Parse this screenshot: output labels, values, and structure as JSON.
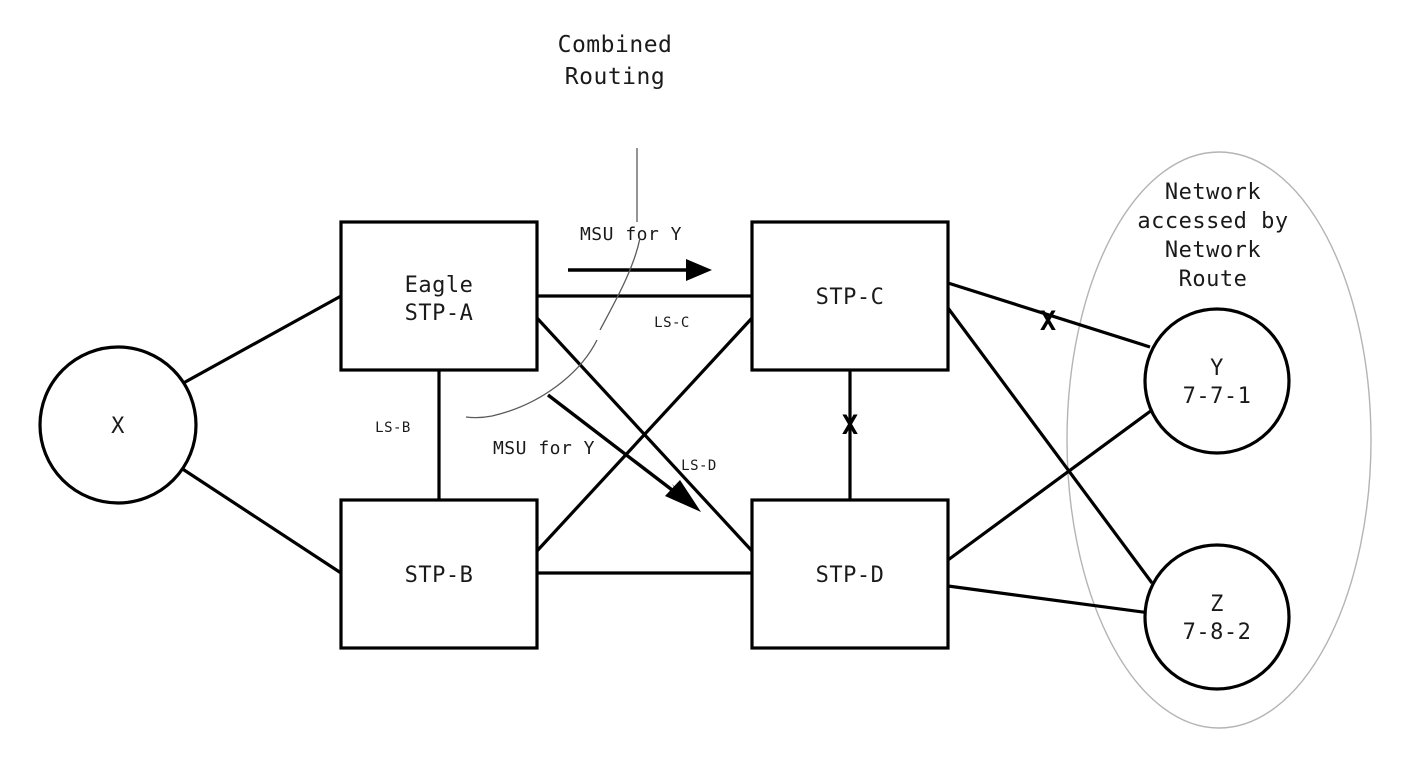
{
  "diagram": {
    "title": "Combined Routing",
    "title_lines": [
      "Combined",
      "Routing"
    ],
    "cloud_label_lines": [
      "Network",
      "accessed by",
      "Network",
      "Route"
    ],
    "background_color": "#ffffff",
    "line_color": "#000000",
    "cloud_outline_color": "#b4b4b4"
  },
  "nodes": {
    "origin": {
      "label": "X",
      "shape": "circle"
    },
    "stp_a": {
      "label_line1": "Eagle",
      "label_line2": "STP-A",
      "shape": "box"
    },
    "stp_b": {
      "label": "STP-B",
      "shape": "box"
    },
    "stp_c": {
      "label": "STP-C",
      "shape": "box"
    },
    "stp_d": {
      "label": "STP-D",
      "shape": "box"
    },
    "dest_y": {
      "label_line1": "Y",
      "label_line2": "7-7-1",
      "shape": "circle"
    },
    "dest_z": {
      "label_line1": "Z",
      "label_line2": "7-8-2",
      "shape": "circle"
    }
  },
  "link_labels": {
    "ls_b": "LS-B",
    "ls_c": "LS-C",
    "ls_d": "LS-D"
  },
  "flows": {
    "msu_horizontal": "MSU for Y",
    "msu_diagonal": "MSU for Y"
  },
  "failure_markers": {
    "cd_link": "X",
    "c_to_y_link": "X"
  }
}
